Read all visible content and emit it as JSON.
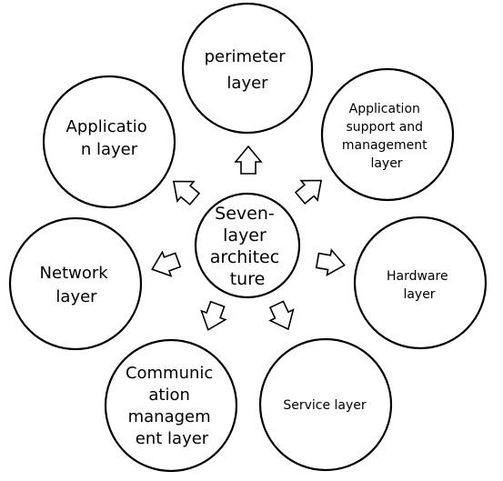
{
  "center": {
    "lines": [
      "Seven-",
      "layer",
      "architec",
      "ture"
    ]
  },
  "layers": [
    {
      "id": "perimeter",
      "lines": [
        "perimeter",
        "layer"
      ]
    },
    {
      "id": "application-support",
      "lines": [
        "Application",
        "support and",
        "management",
        "layer"
      ]
    },
    {
      "id": "hardware",
      "lines": [
        "Hardware",
        "layer"
      ]
    },
    {
      "id": "service",
      "lines": [
        "Service layer"
      ]
    },
    {
      "id": "communication",
      "lines": [
        "Communic",
        "ation",
        "managem",
        "ent layer"
      ]
    },
    {
      "id": "network",
      "lines": [
        "Network",
        "layer"
      ]
    },
    {
      "id": "application",
      "lines": [
        "Applicatio",
        "n layer"
      ]
    }
  ]
}
